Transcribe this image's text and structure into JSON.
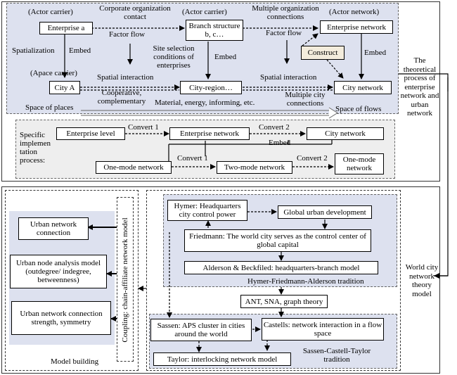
{
  "top": {
    "actor_carrier_1": "(Actor carrier)",
    "enterprise_a": "Enterprise a",
    "corporate_contact": "Corporate organization contact",
    "actor_carrier_2": "(Actor carrier)",
    "branch_structure": "Branch structure b, c…",
    "multiple_org": "Multiple organization connections",
    "actor_network": "(Actor network)",
    "enterprise_network": "Enterprise network",
    "factor_flow_1": "Factor flow",
    "factor_flow_2": "Factor flow",
    "spatialization": "Spatialization",
    "embed_1": "Embed",
    "embed_2": "Embed",
    "embed_3": "Embed",
    "construct": "Construct",
    "site_selection": "Site selection conditions of enterprises",
    "apace_carrier": "(Apace carrier)",
    "spatial_interaction_1": "Spatial interaction",
    "spatial_interaction_2": "Spatial interaction",
    "city_a": "City A",
    "city_region": "City-region…",
    "city_network": "City network",
    "cooperative": "Cooperative, complementary",
    "material": "Material, energy, informing, etc.",
    "multiple_city": "Multiple city connections",
    "space_of_places": "Space of places",
    "space_of_flows": "Space of flows",
    "specific_process": "Specific implemen tation process:",
    "enterprise_level": "Enterprise level",
    "convert_1a": "Convert 1",
    "enterprise_network_2": "Enterprise network",
    "convert_2a": "Convert 2",
    "city_network_2": "City network",
    "embed_4": "Embed",
    "one_mode_network": "One-mode network",
    "convert_1b": "Convert 1",
    "two_mode_network": "Two-mode network",
    "convert_2b": "Convert 2",
    "one_mode_network_2": "One-mode network",
    "theoretical_process": "The theoretical process of enterprise network and urban network"
  },
  "bottom": {
    "urban_network_connection": "Urban network connection",
    "urban_node_analysis": "Urban node analysis model (outdegree/ indegree, betweenness)",
    "urban_network_strength": "Urban network connection strength, symmetry",
    "coupling": "Coupling: chain-affiliate network model",
    "model_building": "Model building",
    "hymer": "Hymer: Headquarters city control power",
    "global_urban": "Global urban development",
    "friedmann": "Friedmann: The world city serves as the control center of global capital",
    "alderson": "Alderson & Beckfiled: headquarters-branch model",
    "hfa_tradition": "Hymer-Friedmann-Alderson tradition",
    "ant_sna": "ANT, SNA, graph theory",
    "sassen": "Sassen: APS cluster in cities around the world",
    "castells": "Castells: network interaction in a flow space",
    "taylor": "Taylor: interlocking network model",
    "sct_tradition": "Sassen-Castell-Taylor tradition",
    "world_city_model": "World city network theory model"
  },
  "colors": {
    "panel": "#dde1ef",
    "gray": "#eeeeee",
    "construct": "#f3ecdc",
    "line": "#000000"
  }
}
